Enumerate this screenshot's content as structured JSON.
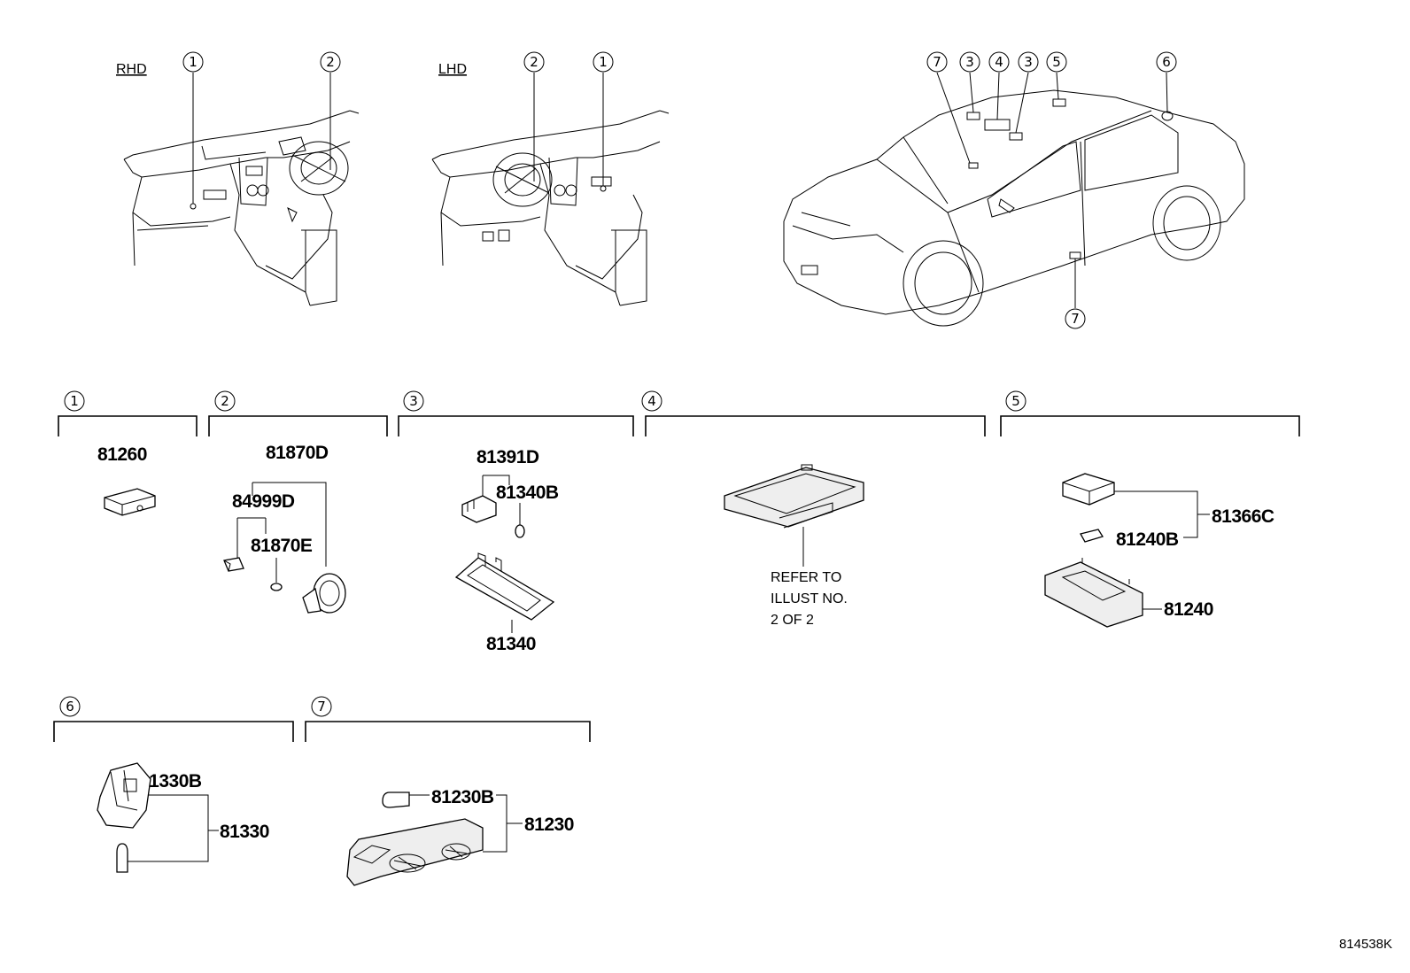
{
  "headers": {
    "rhd": "RHD",
    "lhd": "LHD"
  },
  "callouts": {
    "c1": "1",
    "c2": "2",
    "c3": "3",
    "c4": "4",
    "c5": "5",
    "c6": "6",
    "c7": "7"
  },
  "groups": [
    {
      "id": "1",
      "parts": [
        "81260"
      ]
    },
    {
      "id": "2",
      "parts": [
        "81870D",
        "84999D",
        "81870E"
      ]
    },
    {
      "id": "3",
      "parts": [
        "81391D",
        "81340B",
        "81340"
      ]
    },
    {
      "id": "4",
      "parts": [],
      "note": [
        "REFER TO",
        "ILLUST NO.",
        "2 OF 2"
      ]
    },
    {
      "id": "5",
      "parts": [
        "81366C",
        "81240B",
        "81240"
      ]
    },
    {
      "id": "6",
      "parts": [
        "81330B",
        "81330"
      ]
    },
    {
      "id": "7",
      "parts": [
        "81230B",
        "81230"
      ]
    }
  ],
  "illustration_code": "814538K"
}
